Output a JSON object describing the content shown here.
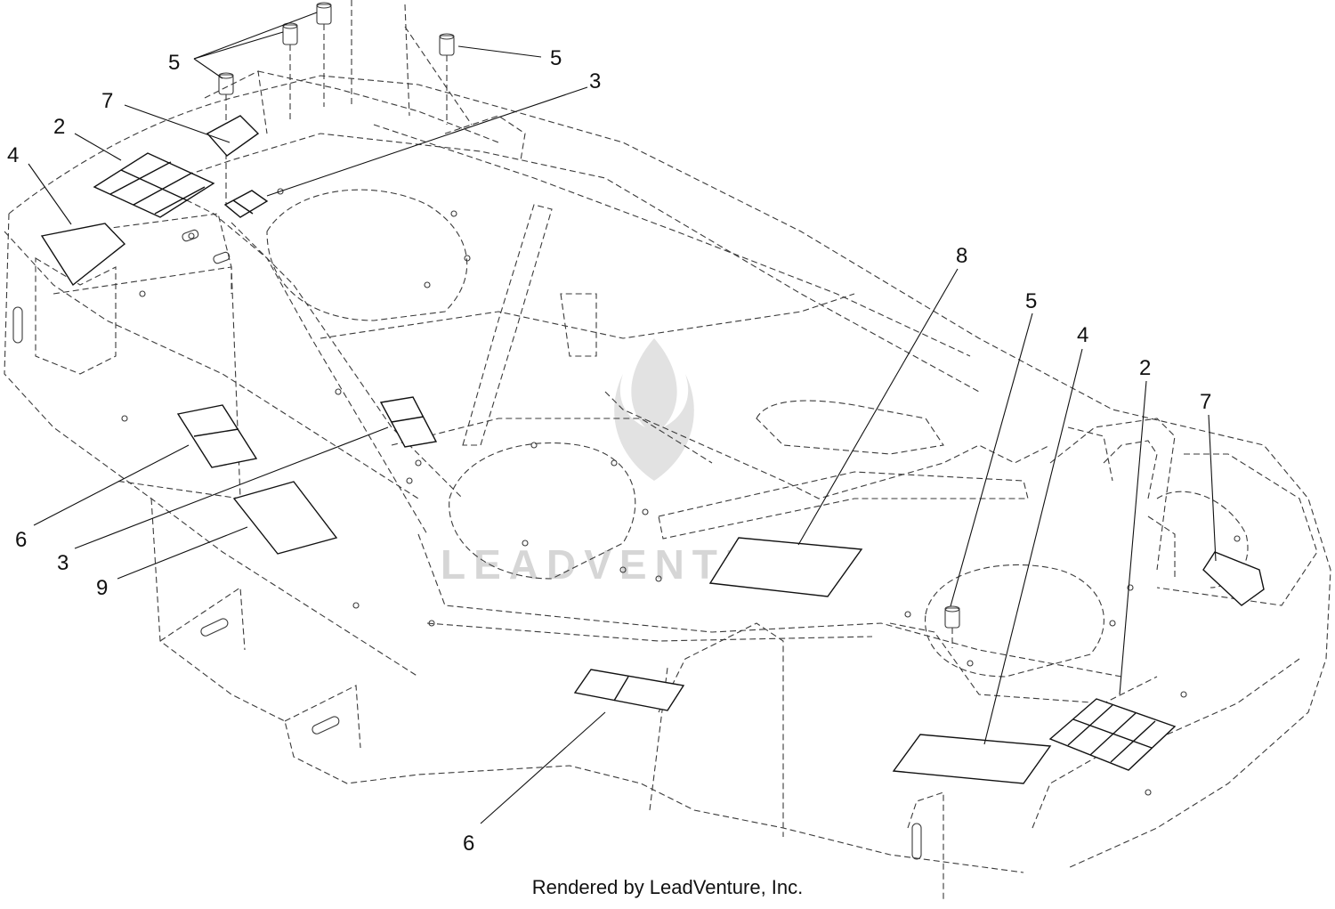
{
  "diagram": {
    "callouts": [
      "5",
      "5",
      "3",
      "7",
      "2",
      "4",
      "8",
      "5",
      "4",
      "2",
      "7",
      "6",
      "3",
      "9",
      "6"
    ],
    "watermark": "LEADVENTURE"
  },
  "footer": {
    "text": "Rendered by LeadVenture, Inc."
  }
}
